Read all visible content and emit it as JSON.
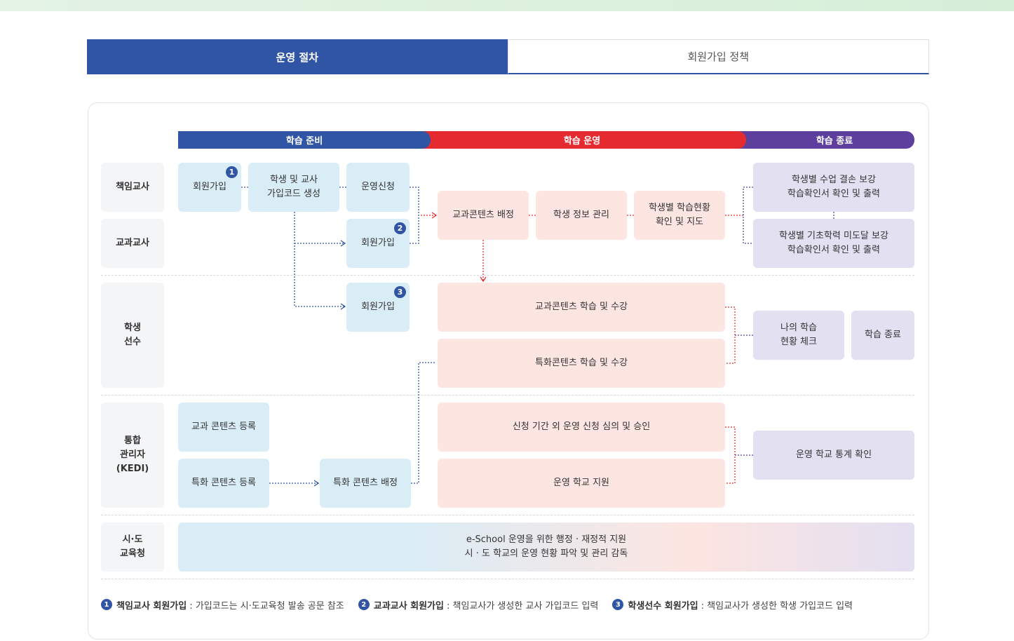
{
  "tabs": [
    {
      "label": "운영 절차"
    },
    {
      "label": "회원가입 정책"
    }
  ],
  "phases": [
    {
      "label": "학습 준비",
      "color": "#2f55a4"
    },
    {
      "label": "학습 운영",
      "color": "#e52b2f"
    },
    {
      "label": "학습 종료",
      "color": "#5e3f9d"
    }
  ],
  "roles": {
    "head_teacher": "책임교사",
    "subject_teacher": "교과교사",
    "student": "학생\n선수",
    "admin": "통합\n관리자\n(KEDI)",
    "education_office": "시·도\n교육청"
  },
  "boxes": {
    "head_signup": "회원가입",
    "code_gen": "학생 및 교사\n가입코드 생성",
    "apply": "운영신청",
    "subject_signup": "회원가입",
    "student_signup": "회원가입",
    "content_assign": "교과콘텐츠 배정",
    "student_info": "학생 정보 관리",
    "progress": "학생별 학습현황\n확인 및 지도",
    "absence_cert": "학생별 수업 결손 보강\n학습확인서 확인 및 출력",
    "basic_cert": "학생별 기초학력 미도달 보강\n학습확인서 확인 및 출력",
    "subject_learning": "교과콘텐츠 학습 및 수강",
    "special_learning": "특화콘텐츠 학습 및 수강",
    "my_progress": "나의 학습\n현황 체크",
    "learning_end": "학습 종료",
    "subject_register": "교과 콘텐츠 등록",
    "special_register": "특화 콘텐츠 등록",
    "special_assign": "특화 콘텐츠 배정",
    "review_approve": "신청 기간 외 운영 신청 심의 및 승인",
    "school_support": "운영 학교 지원",
    "school_stats": "운영 학교 통계 확인",
    "office_support": "e-School 운영을 위한 행정 · 재정적 지원\n시 · 도 학교의 운영 현황 파악 및 관리 감독"
  },
  "badges": [
    "1",
    "2",
    "3"
  ],
  "legend": [
    {
      "num": "1",
      "title": "책임교사 회원가입",
      "desc": ": 가입코드는 시·도교육청 발송 공문 참조"
    },
    {
      "num": "2",
      "title": "교과교사 회원가입",
      "desc": ": 책임교사가 생성한 교사 가입코드 입력"
    },
    {
      "num": "3",
      "title": "학생선수 회원가입",
      "desc": ": 책임교사가 생성한 학생 가입코드 입력"
    }
  ],
  "colors": {
    "blue_line": "#2f55a4",
    "red_line": "#e52b2f",
    "purple_line": "#5e3f9d"
  }
}
